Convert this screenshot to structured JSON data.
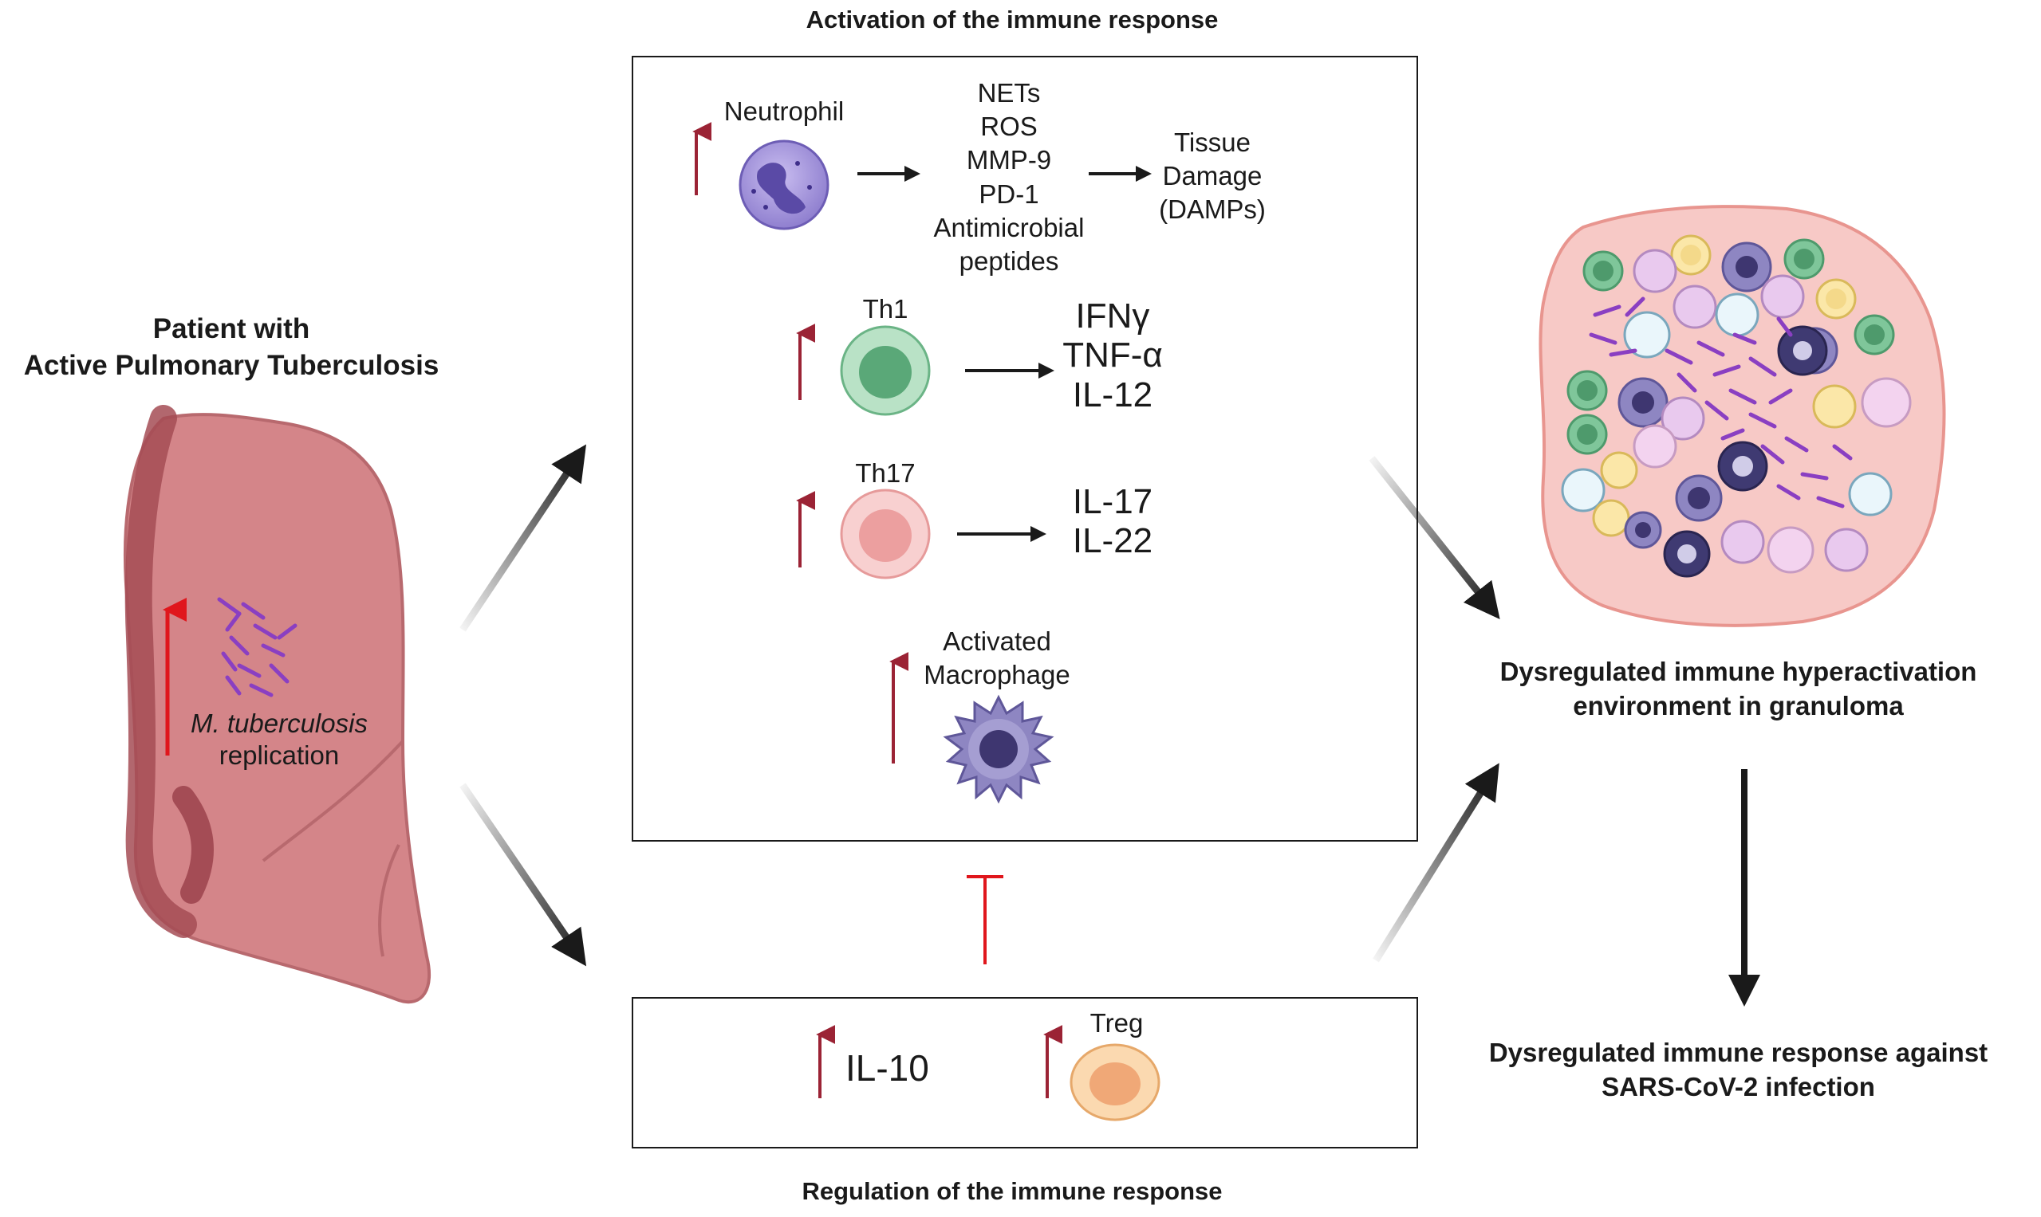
{
  "titles": {
    "activation": "Activation of the immune response",
    "regulation": "Regulation of the immune response",
    "patient_line1": "Patient with",
    "patient_line2": "Active Pulmonary Tuberculosis"
  },
  "lung": {
    "label_italic": "M. tuberculosis",
    "label_plain": "replication"
  },
  "activation_box": {
    "neutrophil": {
      "cell_label": "Neutrophil",
      "products": [
        "NETs",
        "ROS",
        "MMP-9",
        "PD-1",
        "Antimicrobial",
        "peptides"
      ],
      "outcome": [
        "Tissue",
        "Damage",
        "(DAMPs)"
      ]
    },
    "th1": {
      "cell_label": "Th1",
      "products": [
        "IFNγ",
        "TNF-α",
        "IL-12"
      ]
    },
    "th17": {
      "cell_label": "Th17",
      "products": [
        "IL-17",
        "IL-22"
      ]
    },
    "macrophage": {
      "cell_label": [
        "Activated",
        "Macrophage"
      ]
    }
  },
  "regulation_box": {
    "cytokine": "IL-10",
    "cell_label": "Treg"
  },
  "outcomes": {
    "granuloma": [
      "Dysregulated immune hyperactivation",
      "environment in granuloma"
    ],
    "sars": [
      "Dysregulated immune response against",
      "SARS-CoV-2 infection"
    ]
  },
  "colors": {
    "up_arrow": "#9b2335",
    "lung_up_arrow": "#e0161c",
    "inhibition": "#e0161c",
    "neutrophil": "#a899d9",
    "th1": "#7fc69a",
    "th17": "#f2b8b8",
    "macrophage": "#8e86c2",
    "treg": "#f6c48f",
    "lung": "#d98a8e",
    "granuloma": "#f7c9c6",
    "bacteria": "#8a3fc2"
  }
}
